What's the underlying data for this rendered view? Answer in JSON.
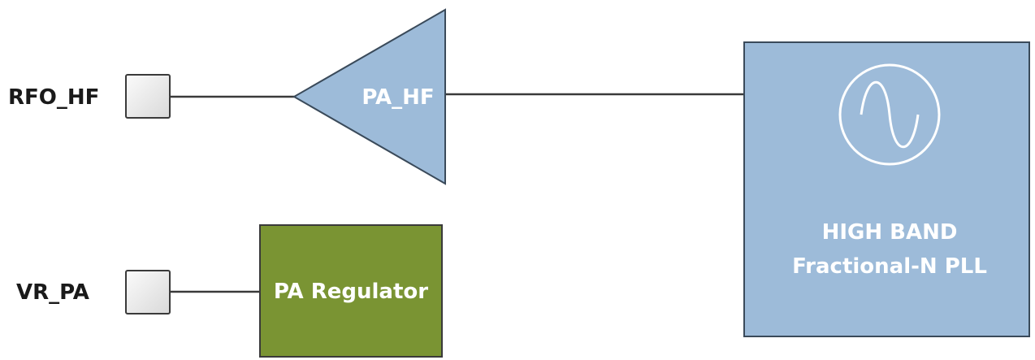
{
  "pins": {
    "rfo_hf": "RFO_HF",
    "vr_pa": "VR_PA"
  },
  "blocks": {
    "amplifier": "PA_HF",
    "regulator": "PA Regulator",
    "pll_line1": "HIGH BAND",
    "pll_line2": "Fractional-N PLL"
  },
  "colors": {
    "amplifier_fill": "#9dbbd9",
    "pll_fill": "#9dbbd9",
    "regulator_fill": "#7a9433",
    "pin_fill": "#f2f2f2"
  }
}
